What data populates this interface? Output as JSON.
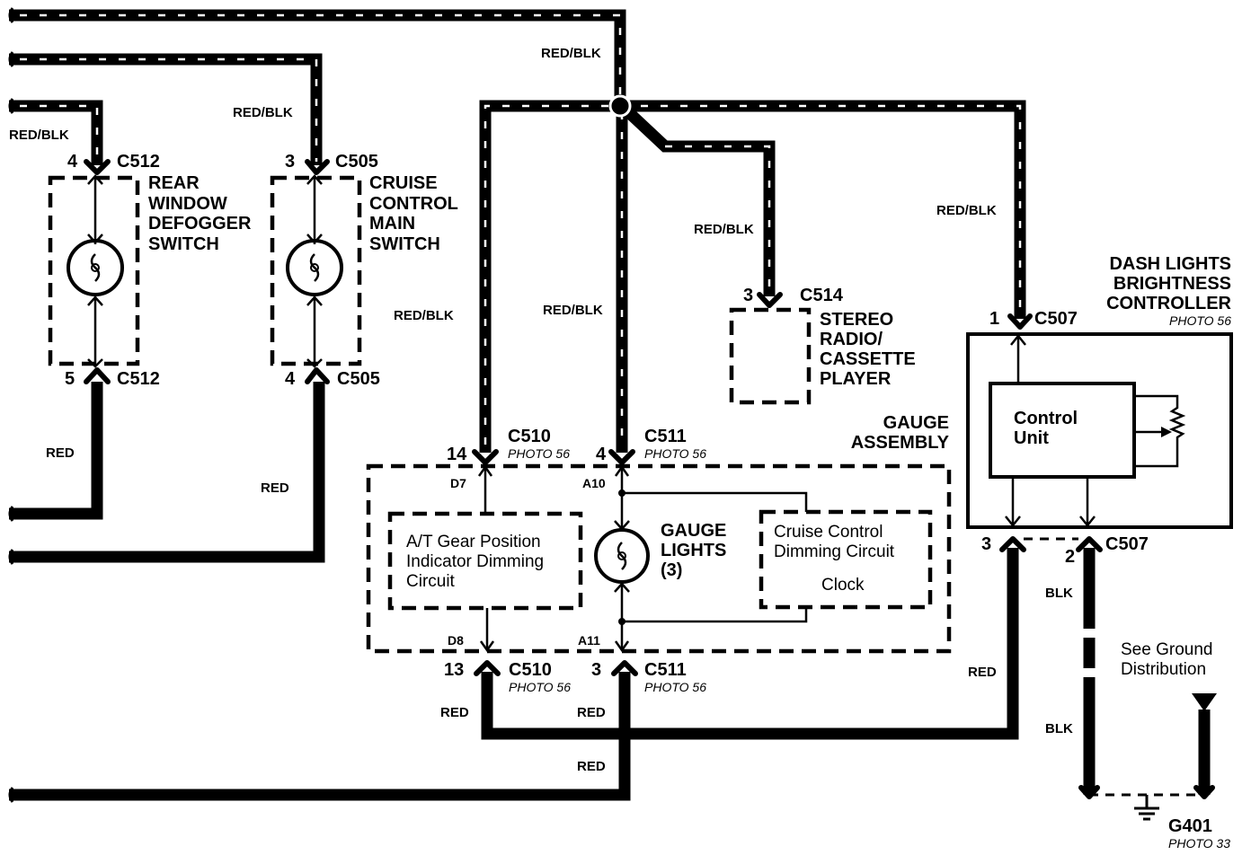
{
  "wires": {
    "red_blk": "RED/BLK",
    "red": "RED",
    "blk": "BLK"
  },
  "components": {
    "rear_defogger": {
      "name": [
        "REAR",
        "WINDOW",
        "DEFOGGER",
        "SWITCH"
      ],
      "conn_top": "C512",
      "pin_top": "4",
      "conn_bottom": "C512",
      "pin_bottom": "5"
    },
    "cruise_switch": {
      "name": [
        "CRUISE",
        "CONTROL",
        "MAIN",
        "SWITCH"
      ],
      "conn_top": "C505",
      "pin_top": "3",
      "conn_bottom": "C505",
      "pin_bottom": "4"
    },
    "stereo": {
      "name": [
        "STEREO",
        "RADIO/",
        "CASSETTE",
        "PLAYER"
      ],
      "conn": "C514",
      "pin": "3"
    },
    "dash_controller": {
      "name": [
        "DASH LIGHTS",
        "BRIGHTNESS",
        "CONTROLLER"
      ],
      "photo": "PHOTO 56",
      "conn_top": "C507",
      "pin_top": "1",
      "unit": [
        "Control",
        "Unit"
      ],
      "conn_bottom": "C507",
      "pin_bottom_left": "3",
      "pin_bottom_right": "2"
    },
    "gauge_assembly": {
      "name": [
        "GAUGE",
        "ASSEMBLY"
      ],
      "c510_top": "C510",
      "c510_top_pin": "14",
      "c510_top_photo": "PHOTO 56",
      "c511_top": "C511",
      "c511_top_pin": "4",
      "c511_top_photo": "PHOTO 56",
      "c510_bottom": "C510",
      "c510_bottom_pin": "13",
      "c510_bottom_photo": "PHOTO 56",
      "c511_bottom": "C511",
      "c511_bottom_pin": "3",
      "c511_bottom_photo": "PHOTO 56",
      "pin_d7": "D7",
      "pin_a10": "A10",
      "pin_d8": "D8",
      "pin_a11": "A11",
      "at_gear": [
        "A/T Gear Position",
        "Indicator Dimming",
        "Circuit"
      ],
      "gauge_lights": [
        "GAUGE",
        "LIGHTS",
        "(3)"
      ],
      "cruise_dimming": [
        "Cruise Control",
        "Dimming Circuit",
        "Clock"
      ]
    },
    "ground": {
      "note": [
        "See Ground",
        "Distribution"
      ],
      "name": "G401",
      "photo": "PHOTO 33"
    }
  }
}
